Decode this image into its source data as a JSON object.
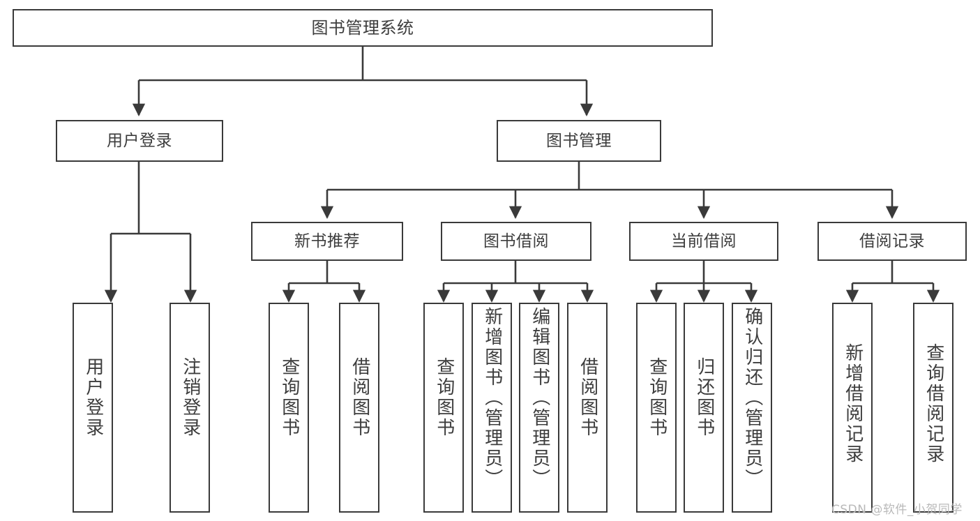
{
  "diagram": {
    "title": "图书管理系统",
    "type": "function-structure-tree",
    "root": {
      "label": "图书管理系统"
    },
    "level2": [
      {
        "id": "user-login",
        "label": "用户登录"
      },
      {
        "id": "book-manage",
        "label": "图书管理"
      }
    ],
    "level3": [
      {
        "id": "new-book-recommend",
        "label": "新书推荐",
        "parent": "book-manage"
      },
      {
        "id": "book-borrow",
        "label": "图书借阅",
        "parent": "book-manage"
      },
      {
        "id": "current-borrow",
        "label": "当前借阅",
        "parent": "book-manage"
      },
      {
        "id": "borrow-record",
        "label": "借阅记录",
        "parent": "book-manage"
      }
    ],
    "leaves": {
      "user_login": [
        {
          "id": "leaf-user-login",
          "label": "用户登录"
        },
        {
          "id": "leaf-logout",
          "label": "注销登录"
        }
      ],
      "new_book_recommend": [
        {
          "id": "leaf-query-book-1",
          "label": "查询图书"
        },
        {
          "id": "leaf-borrow-book-1",
          "label": "借阅图书"
        }
      ],
      "book_borrow": [
        {
          "id": "leaf-query-book-2",
          "label": "查询图书"
        },
        {
          "id": "leaf-add-book",
          "label": "新增图书（管理员）"
        },
        {
          "id": "leaf-edit-book",
          "label": "编辑图书（管理员）"
        },
        {
          "id": "leaf-borrow-book-2",
          "label": "借阅图书"
        }
      ],
      "current_borrow": [
        {
          "id": "leaf-query-book-3",
          "label": "查询图书"
        },
        {
          "id": "leaf-return-book",
          "label": "归还图书"
        },
        {
          "id": "leaf-confirm-return",
          "label": "确认归还（管理员）"
        }
      ],
      "borrow_record": [
        {
          "id": "leaf-add-record",
          "label": "新增借阅记录"
        },
        {
          "id": "leaf-query-record",
          "label": "查询借阅记录"
        }
      ]
    }
  },
  "watermark": {
    "text": "CSDN @软件_小贺同学"
  },
  "colors": {
    "stroke": "#3a3a3a",
    "text": "#3d3d3d",
    "background": "#ffffff",
    "watermark": "#b9b9b9"
  }
}
